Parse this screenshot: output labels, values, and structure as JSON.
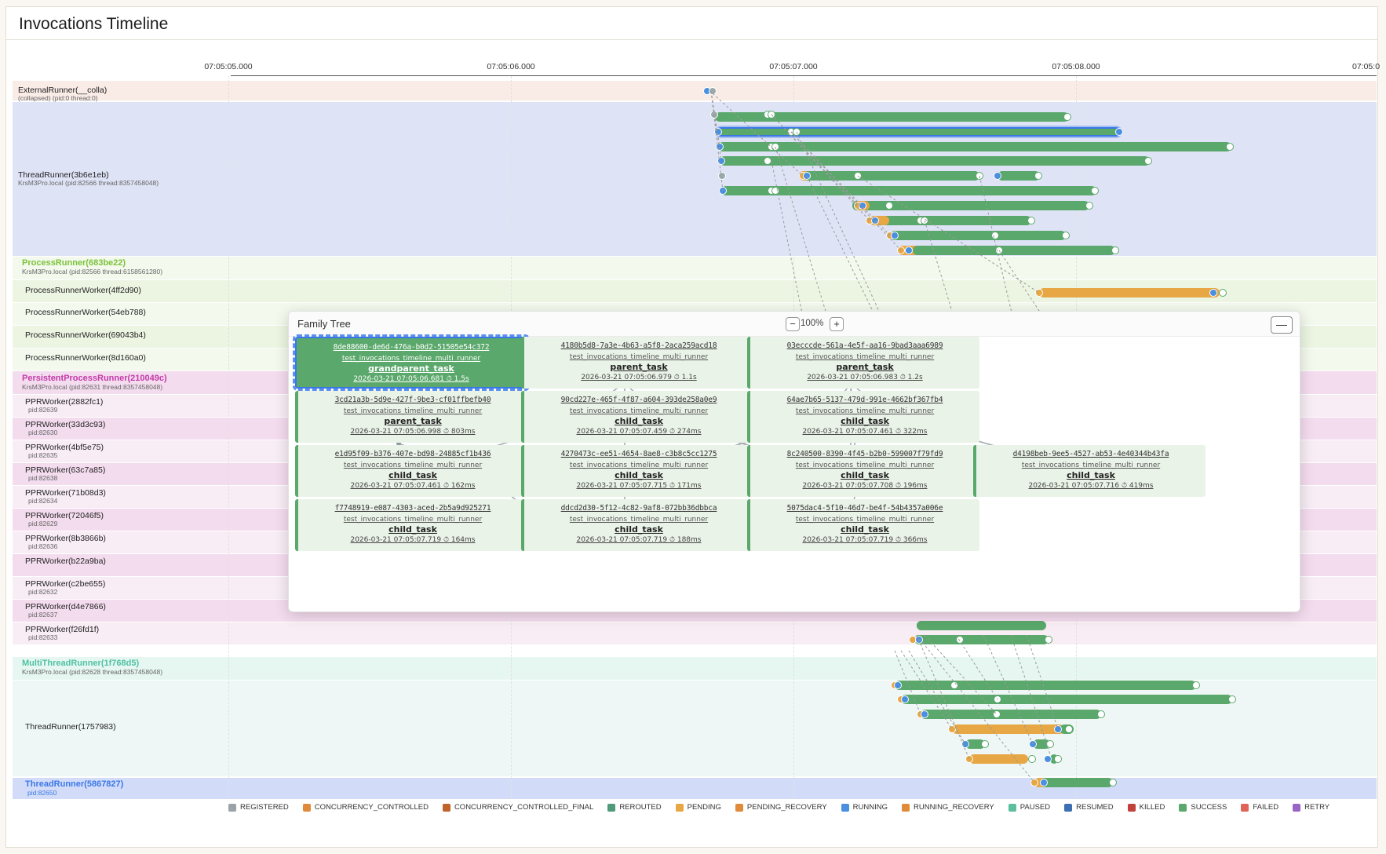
{
  "title": "Invocations Timeline",
  "axis_ticks": [
    "07:05:05.000",
    "07:05:06.000",
    "07:05:07.000",
    "07:05:08.000",
    "07:05:0"
  ],
  "lanes": {
    "external": {
      "name": "ExternalRunner(__colla)",
      "sub": "(collapsed) (pid:0 thread:0)"
    },
    "threadrunner1": {
      "name": "ThreadRunner(3b6e1eb)",
      "sub": "KrsM3Pro.local (pid:82566 thread:8357458048)"
    },
    "processrunner": {
      "name": "ProcessRunner(683be22)",
      "sub": "KrsM3Pro.local (pid:82566 thread:6158561280)"
    },
    "prw1": {
      "name": "ProcessRunnerWorker(4ff2d90)"
    },
    "prw2": {
      "name": "ProcessRunnerWorker(54eb788)"
    },
    "prw3": {
      "name": "ProcessRunnerWorker(69043b4)"
    },
    "prw4": {
      "name": "ProcessRunnerWorker(8d160a0)"
    },
    "ppr": {
      "name": "PersistentProcessRunner(210049c)",
      "sub": "KrsM3Pro.local (pid:82631 thread:8357458048)"
    },
    "pprw": [
      {
        "name": "PPRWorker(2882fc1)",
        "sub": "pid:82639"
      },
      {
        "name": "PPRWorker(33d3c93)",
        "sub": "pid:82630"
      },
      {
        "name": "PPRWorker(4bf5e75)",
        "sub": "pid:82635"
      },
      {
        "name": "PPRWorker(63c7a85)",
        "sub": "pid:82638"
      },
      {
        "name": "PPRWorker(71b08d3)",
        "sub": "pid:82634"
      },
      {
        "name": "PPRWorker(72046f5)",
        "sub": "pid:82629"
      },
      {
        "name": "PPRWorker(8b3866b)",
        "sub": "pid:82636"
      },
      {
        "name": "PPRWorker(b22a9ba)",
        "sub": ""
      },
      {
        "name": "PPRWorker(c2be655)",
        "sub": "pid:82632"
      },
      {
        "name": "PPRWorker(d4e7866)",
        "sub": "pid:82637"
      },
      {
        "name": "PPRWorker(f26fd1f)",
        "sub": "pid:82633"
      }
    ],
    "mtr": {
      "name": "MultiThreadRunner(1f768d5)",
      "sub": "KrsM3Pro.local (pid:82628 thread:8357458048)"
    },
    "threadrunner2": {
      "name": "ThreadRunner(1757983)"
    },
    "threadrunner3": {
      "name": "ThreadRunner(5867827)",
      "sub": "pid:82650"
    }
  },
  "legend": [
    {
      "label": "REGISTERED",
      "color": "#9aa3a6"
    },
    {
      "label": "CONCURRENCY_CONTROLLED",
      "color": "#e08b3a"
    },
    {
      "label": "CONCURRENCY_CONTROLLED_FINAL",
      "color": "#c0632a"
    },
    {
      "label": "REROUTED",
      "color": "#4e9a7a"
    },
    {
      "label": "PENDING",
      "color": "#e6a744"
    },
    {
      "label": "PENDING_RECOVERY",
      "color": "#e08b3a"
    },
    {
      "label": "RUNNING",
      "color": "#4a8fe0"
    },
    {
      "label": "RUNNING_RECOVERY",
      "color": "#e08b3a"
    },
    {
      "label": "PAUSED",
      "color": "#5bbfa0"
    },
    {
      "label": "RESUMED",
      "color": "#3d6fb3"
    },
    {
      "label": "KILLED",
      "color": "#c0423a"
    },
    {
      "label": "SUCCESS",
      "color": "#5aa86b"
    },
    {
      "label": "FAILED",
      "color": "#e0635a"
    },
    {
      "label": "RETRY",
      "color": "#9966c6"
    }
  ],
  "family_tree": {
    "title": "Family Tree",
    "zoom": "100%",
    "zoom_out": "−",
    "zoom_in": "+",
    "collapse": "—",
    "cards": [
      {
        "id": "8de88600-de6d-476a-b0d2-51505e54c372",
        "module": "test_invocations_timeline_multi_runner",
        "name": "grandparent_task",
        "meta": "2026-03-21 07:05:06.681 ⏱ 1.5s"
      },
      {
        "id": "4180b5d8-7a3e-4b63-a5f8-2aca259acd18",
        "module": "test_invocations_timeline_multi_runner",
        "name": "parent_task",
        "meta": "2026-03-21 07:05:06.979 ⏱ 1.1s"
      },
      {
        "id": "03ecccde-561a-4e5f-aa16-9bad3aaa6989",
        "module": "test_invocations_timeline_multi_runner",
        "name": "parent_task",
        "meta": "2026-03-21 07:05:06.983 ⏱ 1.2s"
      },
      {
        "id": "3cd21a3b-5d9e-427f-9be3-cf01ffbefb40",
        "module": "test_invocations_timeline_multi_runner",
        "name": "parent_task",
        "meta": "2026-03-21 07:05:06.998 ⏱ 803ms"
      },
      {
        "id": "90cd227e-465f-4f87-a604-393de258a0e9",
        "module": "test_invocations_timeline_multi_runner",
        "name": "child_task",
        "meta": "2026-03-21 07:05:07.459 ⏱ 274ms"
      },
      {
        "id": "64ae7b65-5137-479d-991e-4662bf367fb4",
        "module": "test_invocations_timeline_multi_runner",
        "name": "child_task",
        "meta": "2026-03-21 07:05:07.461 ⏱ 322ms"
      },
      {
        "id": "e1d95f09-b376-407e-bd98-24885cf1b436",
        "module": "test_invocations_timeline_multi_runner",
        "name": "child_task",
        "meta": "2026-03-21 07:05:07.461 ⏱ 162ms"
      },
      {
        "id": "4270473c-ee51-4654-8ae8-c3b8c5cc1275",
        "module": "test_invocations_timeline_multi_runner",
        "name": "child_task",
        "meta": "2026-03-21 07:05:07.715 ⏱ 171ms"
      },
      {
        "id": "8c240500-8390-4f45-b2b0-599007f79fd9",
        "module": "test_invocations_timeline_multi_runner",
        "name": "child_task",
        "meta": "2026-03-21 07:05:07.708 ⏱ 196ms"
      },
      {
        "id": "d4198beb-9ee5-4527-ab53-4e40344b43fa",
        "module": "test_invocations_timeline_multi_runner",
        "name": "child_task",
        "meta": "2026-03-21 07:05:07.716 ⏱ 419ms"
      },
      {
        "id": "f7748919-e087-4303-aced-2b5a9d925271",
        "module": "test_invocations_timeline_multi_runner",
        "name": "child_task",
        "meta": "2026-03-21 07:05:07.719 ⏱ 164ms"
      },
      {
        "id": "ddcd2d30-5f12-4c82-9af8-072bb36dbbca",
        "module": "test_invocations_timeline_multi_runner",
        "name": "child_task",
        "meta": "2026-03-21 07:05:07.719 ⏱ 188ms"
      },
      {
        "id": "5075dac4-5f10-46d7-be4f-54b4357a006e",
        "module": "test_invocations_timeline_multi_runner",
        "name": "child_task",
        "meta": "2026-03-21 07:05:07.719 ⏱ 366ms"
      }
    ]
  }
}
